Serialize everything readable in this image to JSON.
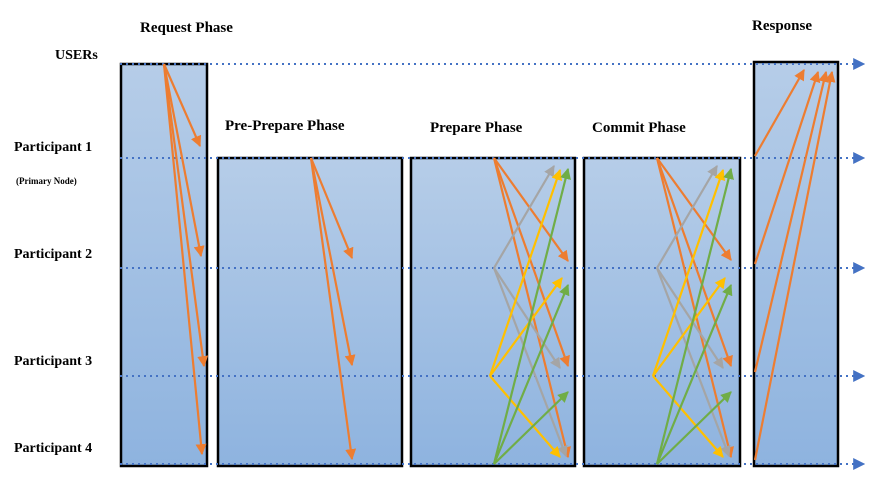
{
  "labels": {
    "phases": {
      "request": "Request Phase",
      "preprepare": "Pre-Prepare Phase",
      "prepare": "Prepare Phase",
      "commit": "Commit Phase",
      "response": "Response"
    },
    "rows": {
      "users": "USERs",
      "p1": "Participant 1",
      "p1_note": "(Primary Node)",
      "p2": "Participant 2",
      "p3": "Participant 3",
      "p4": "Participant 4"
    }
  },
  "colors": {
    "box_fill_top": "#b6cde8",
    "box_fill_bottom": "#8eb3df",
    "box_border": "#000000",
    "lane": "#4472c4",
    "orange": "#ed7d31",
    "gray": "#a5a5a5",
    "yellow": "#ffc000",
    "green": "#70ad47"
  }
}
